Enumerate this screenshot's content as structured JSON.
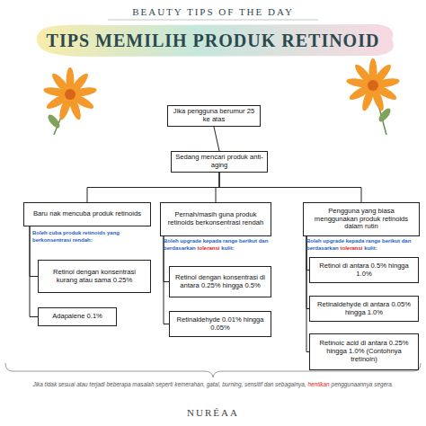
{
  "diagram": {
    "title": "TIPS MEMILIH PRODUK RETINOID",
    "nodes": [
      {
        "text": [
          "Jika pengguna berumur 25 ke atas"
        ]
      },
      {
        "text": [
          "Sedang mencari produk anti-aging"
        ]
      },
      {
        "text": [
          "Baru nak mencuba produk retinoids"
        ]
      },
      {
        "text": [
          "Pernah/masih guna produk retinoids berkonsentrasi rendah"
        ]
      },
      {
        "text": [
          "Pengguna yang biasa menggunakan produk retinoids dalam rutin"
        ]
      },
      {
        "text": [
          "Retinol dengan konsentrasi kurang atau sama 0.25%"
        ]
      },
      {
        "text": [
          "Adapalene 0.1%"
        ]
      },
      {
        "text": [
          "Retinol dengan konsentrasi di antara 0.25% hingga 0.5%"
        ]
      },
      {
        "text": [
          "Retinaldehyde 0.01% hingga 0.05%"
        ]
      },
      {
        "text": [
          "Retinol di antara 0.5% hingga 1.0%"
        ]
      },
      {
        "text": [
          "Retinaldehyde di antara 0.05% hingga 1.0%"
        ]
      },
      {
        "text": [
          "Retinoic acid di antara 0.25% hingga 1.0% (Contohnya tretinoin)"
        ]
      }
    ],
    "edges": [
      {
        "from": 0,
        "to": 1,
        "arrow": "none"
      },
      {
        "from": 1,
        "to": 2,
        "arrow": "none"
      },
      {
        "from": 1,
        "to": 3,
        "arrow": "none"
      },
      {
        "from": 1,
        "to": 4,
        "arrow": "none"
      },
      {
        "from": 2,
        "to": 5,
        "arrow": "none"
      },
      {
        "from": 2,
        "to": 6,
        "arrow": "none"
      },
      {
        "from": 3,
        "to": 7,
        "arrow": "none"
      },
      {
        "from": 3,
        "to": 8,
        "arrow": "none"
      },
      {
        "from": 4,
        "to": 9,
        "arrow": "none"
      },
      {
        "from": 4,
        "to": 10,
        "arrow": "none"
      },
      {
        "from": 4,
        "to": 11,
        "arrow": "none"
      }
    ],
    "labels": [
      "BEAUTY TIPS OF THE DAY",
      "Boleh cuba produk retinoids yang berkonsentrasi rendah:",
      "Boleh upgrade kepada range berikut dan berdasarkan",
      "toleransi",
      "kulit:",
      "Boleh upgrade kepada range berikut dan berdasarkan",
      "toleransi",
      "kulit:",
      "Jika tidak sesuai atau terjadi beberapa masalah seperti kemerahan, gatal, burning, sensitif dan sebagainya,",
      "hentikan",
      "penggunaannya segera.",
      "NURÉAA"
    ]
  }
}
